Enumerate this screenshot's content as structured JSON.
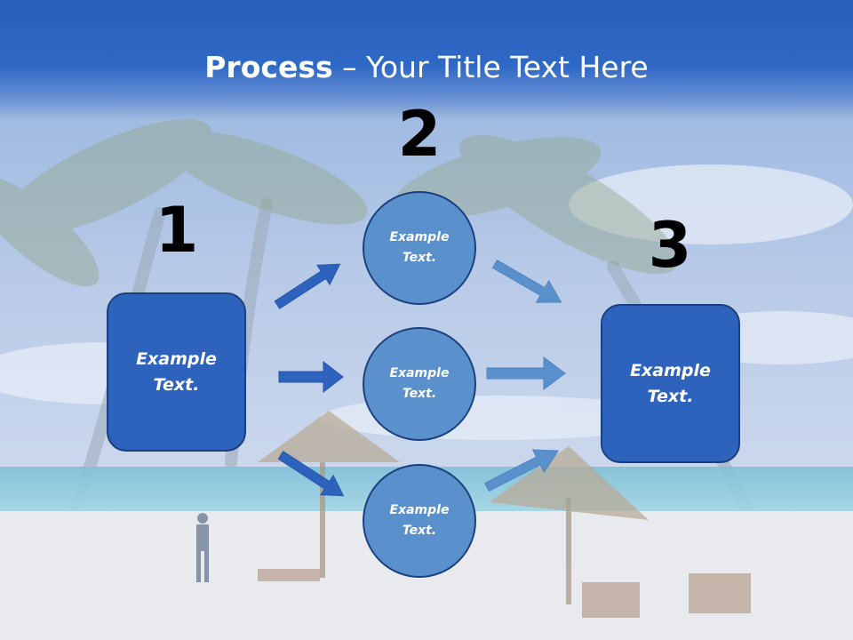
{
  "title": {
    "bold": "Process",
    "rest": " – Your Title Text Here"
  },
  "steps": [
    "1",
    "2",
    "3"
  ],
  "left_box": {
    "text": "Example\nText."
  },
  "circles": [
    {
      "text": "Example\nText."
    },
    {
      "text": "Example\nText."
    },
    {
      "text": "Example\nText."
    }
  ],
  "right_box": {
    "text": "Example\nText."
  },
  "colors": {
    "title_band": "#2f68c5",
    "box_fill": "#2d62bd",
    "circle_fill": "#5a91cc",
    "arrow_dark": "#2d62bd",
    "arrow_light": "#5a91cc"
  }
}
